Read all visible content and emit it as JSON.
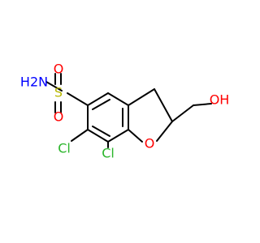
{
  "molecule": {
    "labels": {
      "sulfonamide_n": "H2N",
      "sulfur": "S",
      "sulfonyl_o_top": "O",
      "sulfonyl_o_bottom": "O",
      "ring_oxygen": "O",
      "hydroxyl": "OH",
      "chlorine_6": "Cl",
      "chlorine_7": "Cl"
    },
    "colors": {
      "sulfur": "#b8b800",
      "oxygen": "#ff0000",
      "nitrogen": "#0000ff",
      "chlorine": "#2bb52b",
      "carbon_bond": "#000000"
    }
  }
}
